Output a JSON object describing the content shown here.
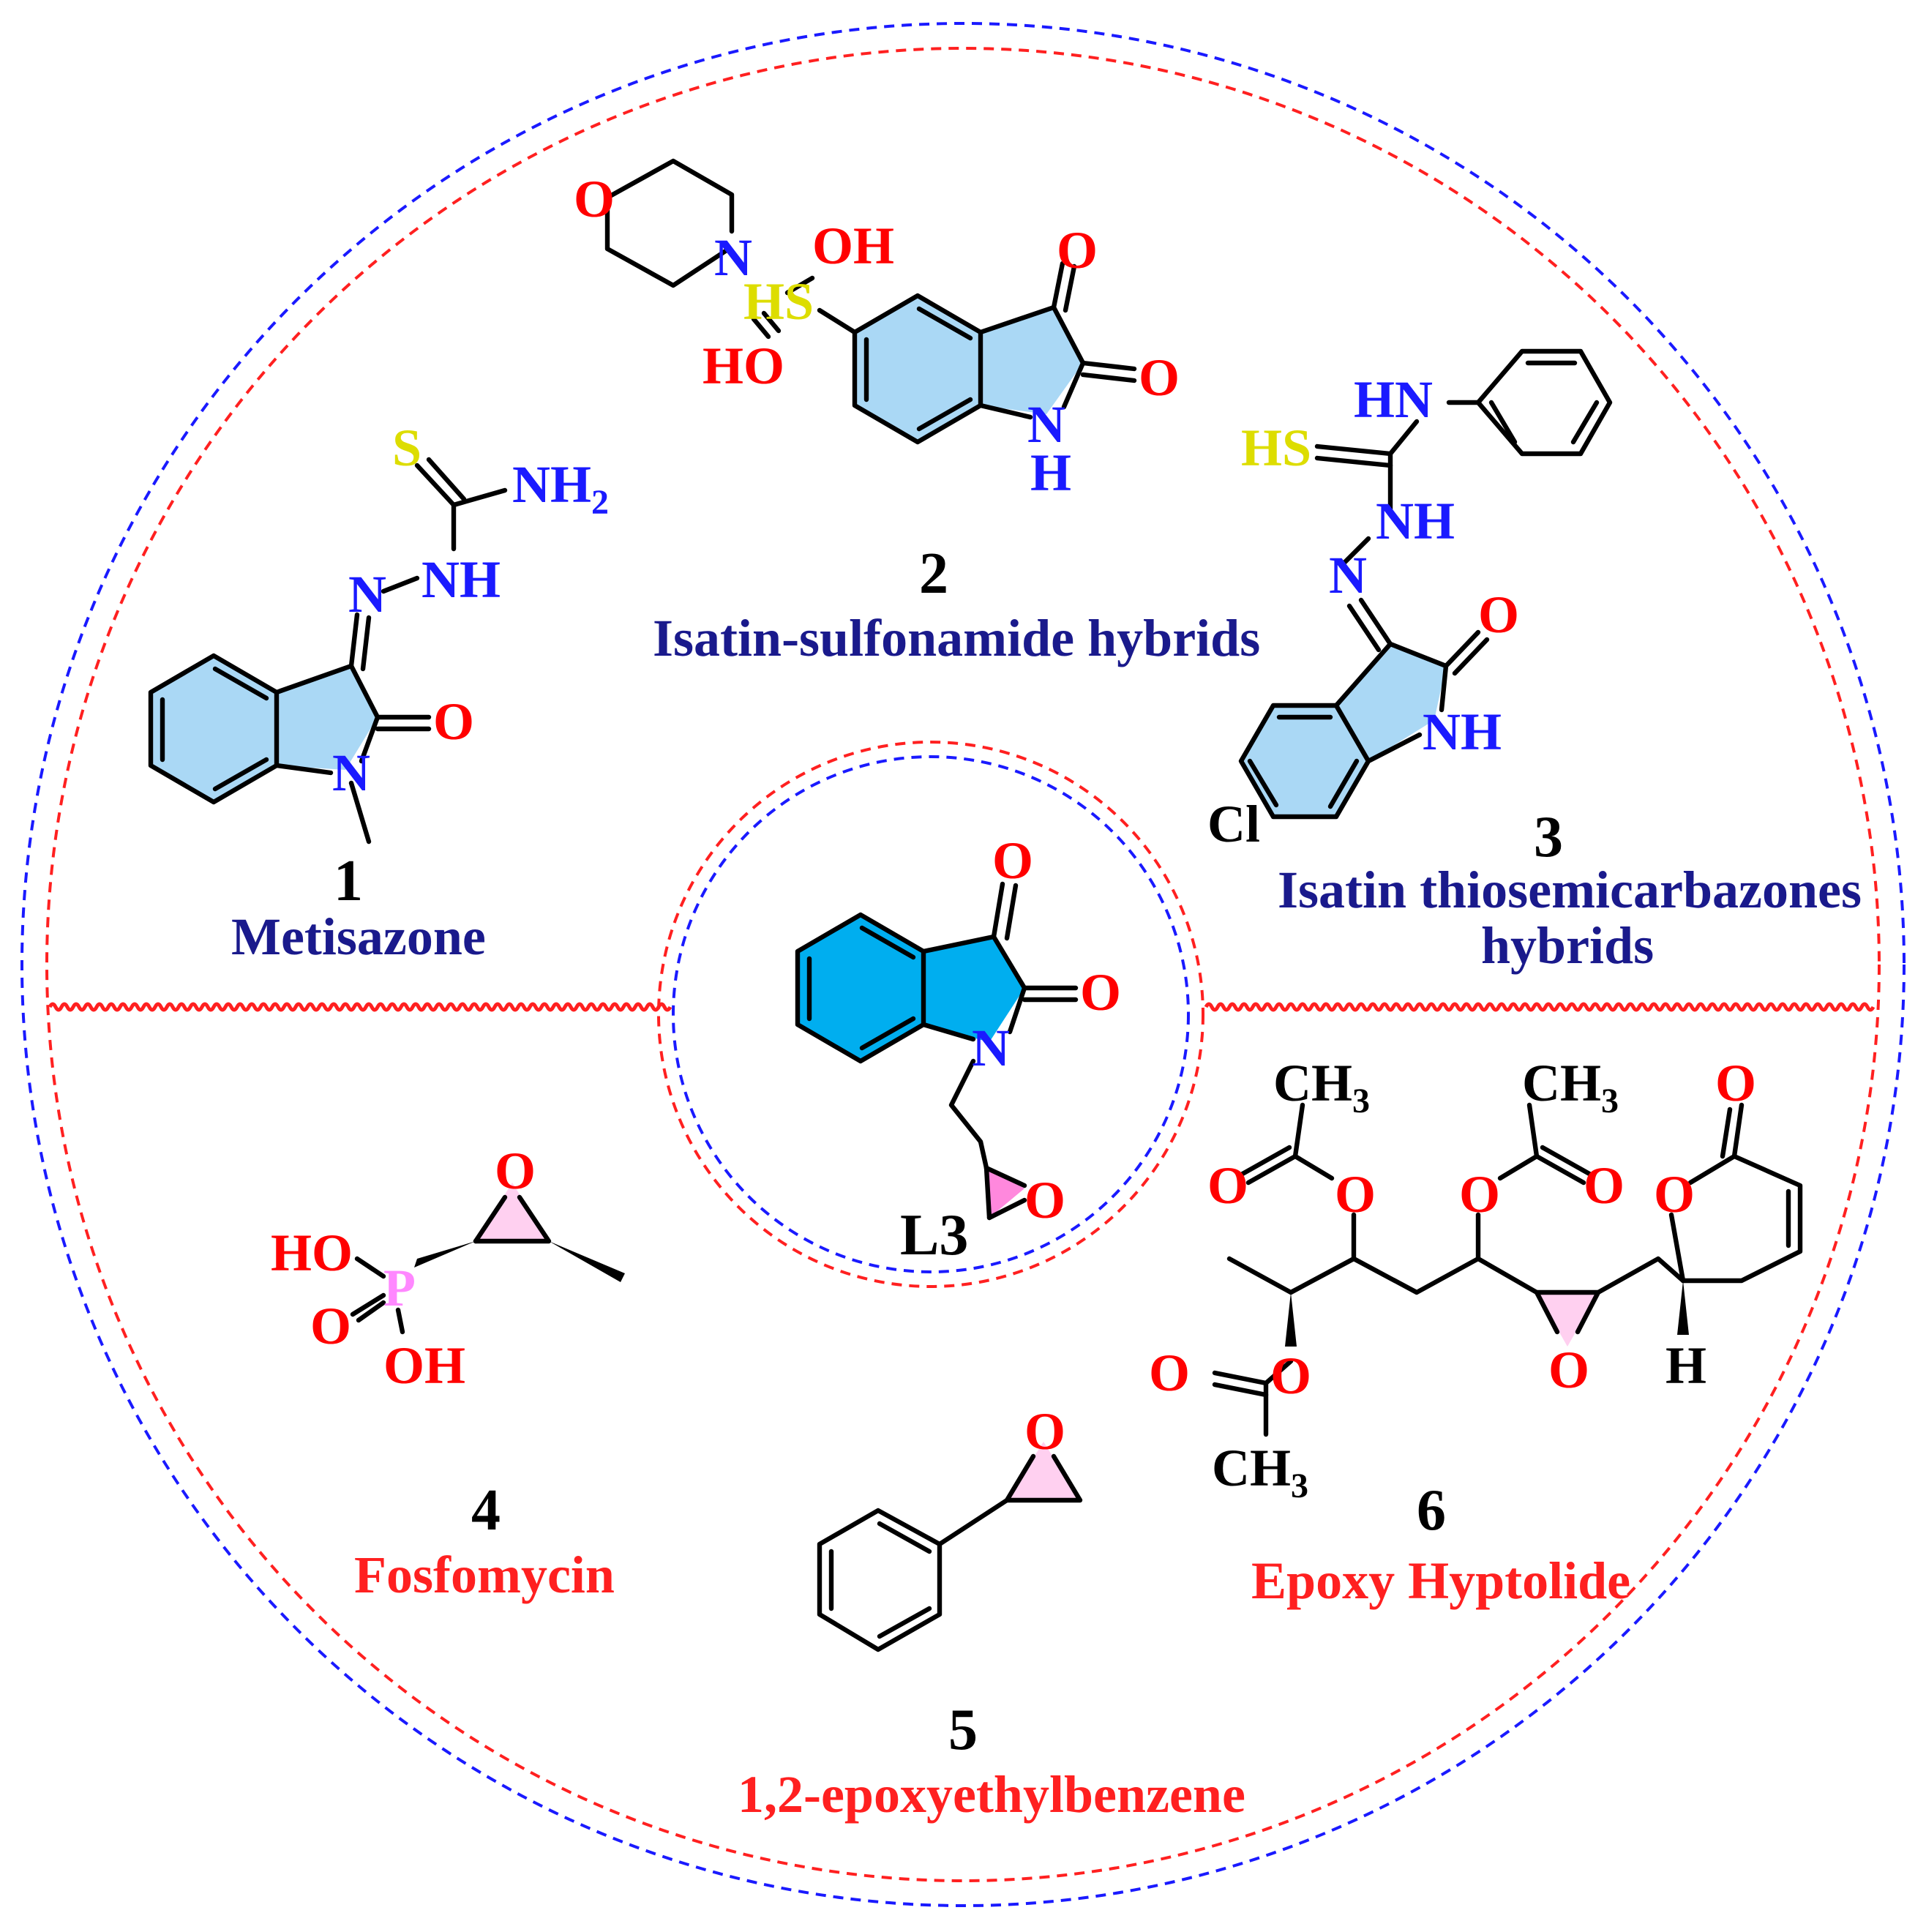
{
  "colors": {
    "ring_blue": "#1a1aff",
    "ring_red": "#ff2020",
    "fill_light_blue": "#aad8f5",
    "fill_cyan": "#00aeef",
    "fill_pink": "#ffd0f0",
    "fill_magenta": "#ff88dd",
    "label_navy": "#1a1a8c",
    "label_red": "#ff2020",
    "hetero_n": "#1a1aff",
    "hetero_o": "#ff0000",
    "hetero_s": "#dddd00",
    "hetero_p": "#ff88ff"
  },
  "center": {
    "number": "L3"
  },
  "compounds": [
    {
      "number": "1",
      "name": "Metisazone"
    },
    {
      "number": "2",
      "name": "Isatin-sulfonamide hybrids"
    },
    {
      "number": "3",
      "name_line1": "Isatin thiosemicarbazones",
      "name_line2": "hybrids"
    },
    {
      "number": "4",
      "name": "Fosfomycin"
    },
    {
      "number": "5",
      "name": "1,2-epoxyethylbenzene"
    },
    {
      "number": "6",
      "name": "Epoxy Hyptolide"
    }
  ],
  "atoms": {
    "S": "S",
    "NH2": "NH",
    "two": "2",
    "NH": "NH",
    "N": "N",
    "O": "O",
    "HS": "HS",
    "OH": "OH",
    "HO": "HO",
    "H": "H",
    "HN": "HN",
    "Cl": "Cl",
    "P": "P",
    "CH3": "CH",
    "three": "3"
  }
}
